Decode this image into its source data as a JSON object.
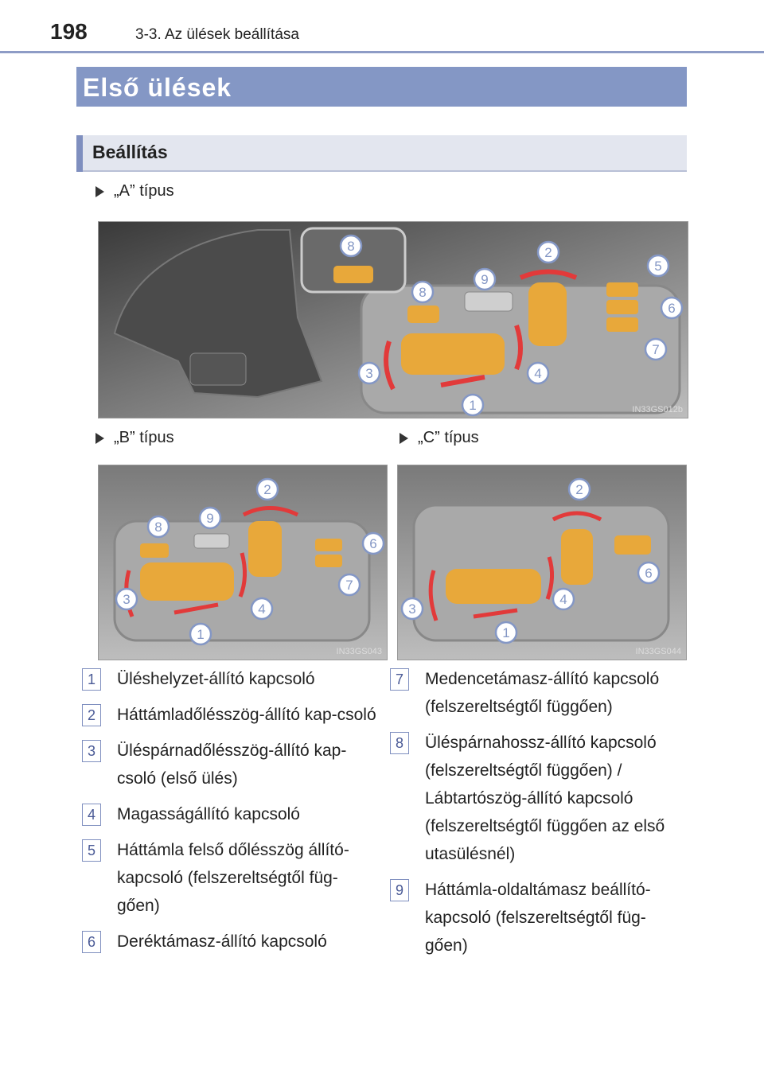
{
  "header": {
    "page_number": "198",
    "section": "3-3. Az ülések beállítása"
  },
  "title": "Első ülések",
  "subtitle": "Beállítás",
  "types": {
    "a": "„A” típus",
    "b": "„B” típus",
    "c": "„C” típus"
  },
  "figures": {
    "a_code": "IN33GS012b",
    "b_code": "IN33GS043",
    "c_code": "IN33GS044"
  },
  "callout_numbers": [
    "1",
    "2",
    "3",
    "4",
    "5",
    "6",
    "7",
    "8",
    "9"
  ],
  "legend_left": [
    {
      "num": "1",
      "text": "Üléshelyzet-állító kapcsoló"
    },
    {
      "num": "2",
      "text": "Háttámladőlésszög-állító kap-csoló"
    },
    {
      "num": "3",
      "text": "Üléspárnadőlésszög-állító kap-csoló (első ülés)"
    },
    {
      "num": "4",
      "text": "Magasságállító kapcsoló"
    },
    {
      "num": "5",
      "text": "Háttámla felső dőlésszög állító-kapcsoló (felszereltségtől füg-gően)"
    },
    {
      "num": "6",
      "text": "Deréktámasz-állító kapcsoló"
    }
  ],
  "legend_right": [
    {
      "num": "7",
      "text": "Medencetámasz-állító kapcsoló (felszereltségtől függően)"
    },
    {
      "num": "8",
      "text": "Üléspárnahossz-állító kapcsoló (felszereltségtől függően) / Lábtartószög-állító kapcsoló (felszereltségtől függően az első utasülésnél)"
    },
    {
      "num": "9",
      "text": "Háttámla-oldaltámasz beállító-kapcsoló (felszereltségtől füg-gően)"
    }
  ],
  "colors": {
    "accent": "#8497c5",
    "switch": "#e8a83a",
    "arrow": "#e23a3a"
  }
}
